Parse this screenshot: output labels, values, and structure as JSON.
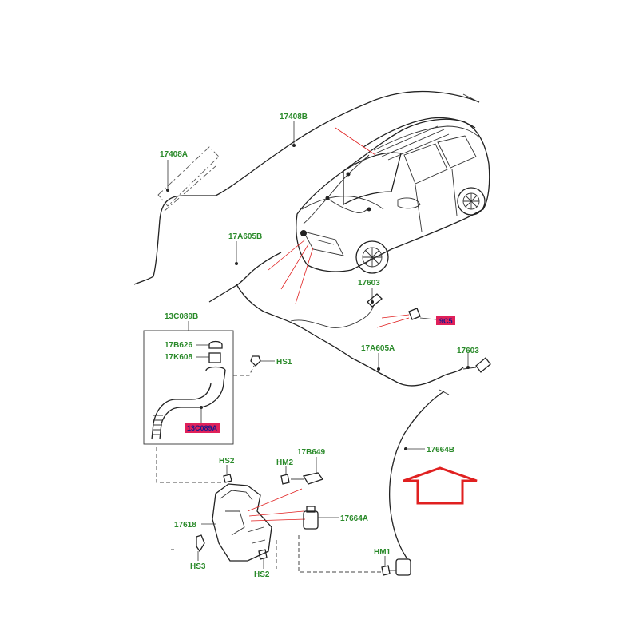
{
  "labels": {
    "l_17408B": "17408B",
    "l_17408A": "17408A",
    "l_17A605B": "17A605B",
    "l_17603_top": "17603",
    "l_13C089B": "13C089B",
    "l_17B626": "17B626",
    "l_17K608": "17K608",
    "l_HS1": "HS1",
    "l_17A605A": "17A605A",
    "l_17603_right": "17603",
    "l_13C089A": "13C089A",
    "l_17664B": "17664B",
    "l_HS2_top": "HS2",
    "l_HM2": "HM2",
    "l_17B649": "17B649",
    "l_17618": "17618",
    "l_17664A": "17664A",
    "l_HS3": "HS3",
    "l_HS2_bottom": "HS2",
    "l_HM1": "HM1",
    "l_highlight_small": "9C5"
  },
  "colors": {
    "label_text": "#2a8a2a",
    "highlight_fill": "#e0205a",
    "callout_arrow": "#e02020"
  }
}
